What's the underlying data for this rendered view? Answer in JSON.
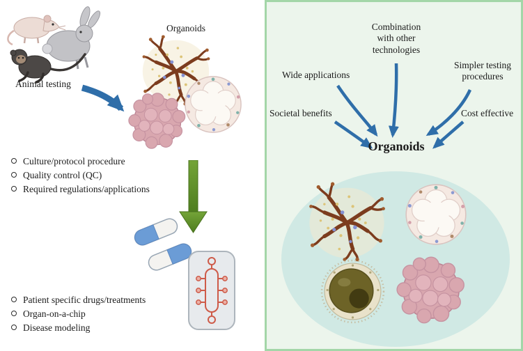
{
  "figure": {
    "left_panel": {
      "animal_testing_label": "Animal testing",
      "organoids_label": "Organoids",
      "regulatory_list": [
        "Culture/protocol procedure",
        "Quality control (QC)",
        "Required regulations/applications"
      ],
      "applications_list": [
        "Patient specific drugs/treatments",
        "Organ-on-a-chip",
        "Disease modeling"
      ]
    },
    "right_panel": {
      "labels": {
        "combination": "Combination with other technologies",
        "wide_applications": "Wide applications",
        "simpler_testing": "Simpler testing procedures",
        "societal_benefits": "Societal benefits",
        "cost_effective": "Cost effective"
      },
      "organoids_title": "Organoids"
    },
    "colors": {
      "arrow_blue": "#2f6ea9",
      "arrow_green": "#5e8f28",
      "right_panel_bg": "#ecf5ec",
      "right_panel_border": "#a3d6a8",
      "organoid_ellipse_teal": "#d0e9e4",
      "tumor_organoid_pink": "#d9a7af",
      "branching_organoid_brown": "#7c3c1e"
    }
  }
}
